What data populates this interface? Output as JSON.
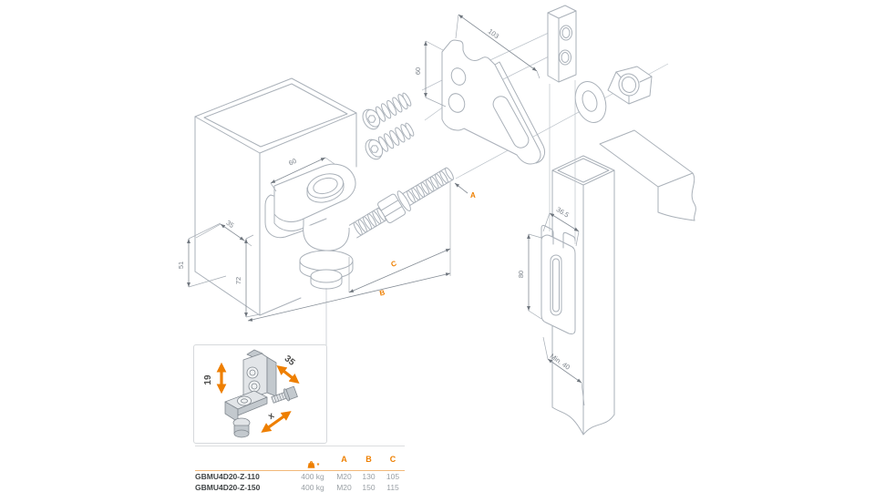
{
  "colors": {
    "accent": "#EE7F00",
    "line": "#AAB1B9",
    "dim_text": "#7B828A"
  },
  "diagram": {
    "dim_post_top": "60",
    "dim_post_depth": "35",
    "dim_post_h_left": "51",
    "dim_post_h_front": "72",
    "dim_bracket_width": "103",
    "dim_bracket_height": "60",
    "dim_profile_width": "36.5",
    "dim_keeper_height": "80",
    "dim_profile_min": "Min. 40",
    "label_a": "A",
    "label_b": "B",
    "label_c": "C"
  },
  "inset": {
    "dim_height": "19",
    "dim_width": "35",
    "dim_adjust": "x"
  },
  "table": {
    "col_a": "A",
    "col_b": "B",
    "col_c": "C",
    "load_note": "*",
    "rows": [
      {
        "part": "GBMU4D20-Z-110",
        "load": "400 kg",
        "a": "M20",
        "b": "130",
        "c": "105"
      },
      {
        "part": "GBMU4D20-Z-150",
        "load": "400 kg",
        "a": "M20",
        "b": "150",
        "c": "115"
      }
    ]
  }
}
